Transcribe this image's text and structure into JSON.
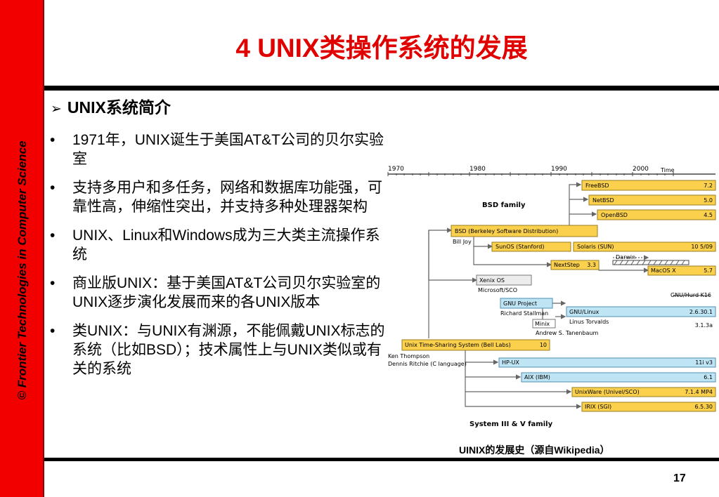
{
  "sidebar": {
    "text": "©  Frontier Technologies in Computer Science"
  },
  "title": "4 UNIX类操作系统的发展",
  "subtitle": "UNIX系统简介",
  "bullets": [
    "1971年，UNIX诞生于美国AT&T公司的贝尔实验室",
    "支持多用户和多任务，网络和数据库功能强，可靠性高，伸缩性突出，并支持多种处理器架构",
    "UNIX、Linux和Windows成为三大类主流操作系统",
    "商业版UNIX：基于美国AT&T公司贝尔实验室的UNIX逐步演化发展而来的各UNIX版本",
    "类UNIX：与UNIX有渊源，不能佩戴UNIX标志的系统（比如BSD）；技术属性上与UNIX类似或有关的系统"
  ],
  "diagram": {
    "timeline": {
      "years": [
        "1970",
        "1980",
        "1990",
        "2000"
      ],
      "label": "Time"
    },
    "group_labels": {
      "bsd": "BSD family",
      "sysv": "System III & V family"
    },
    "boxes": {
      "freebsd": {
        "name": "FreeBSD",
        "version": "7.2"
      },
      "netbsd": {
        "name": "NetBSD",
        "version": "5.0"
      },
      "openbsd": {
        "name": "OpenBSD",
        "version": "4.5"
      },
      "bsd": {
        "name": "BSD (Berkeley Software Distribution)"
      },
      "sunos": {
        "name": "SunOS (Stanford)"
      },
      "solaris": {
        "name": "Solaris (SUN)",
        "version": "10 5/09"
      },
      "nextstep": {
        "name": "NextStep",
        "version": "3.3"
      },
      "macos": {
        "name": "MacOS X",
        "version": "5.7"
      },
      "xenix": {
        "name": "Xenix OS"
      },
      "gnu": {
        "name": "GNU Project"
      },
      "gnulinux": {
        "name": "GNU/Linux",
        "version": "2.6.30.1"
      },
      "minix": {
        "name": "Minix",
        "version": "3.1.3a"
      },
      "unix": {
        "name": "Unix Time-Sharing System (Bell Labs)",
        "version": "10"
      },
      "hpux": {
        "name": "HP-UX",
        "version": "11i v3"
      },
      "aix": {
        "name": "AIX (IBM)",
        "version": "6.1"
      },
      "unixware": {
        "name": "UnixWare (Univel/SCO)",
        "version": "7.1.4 MP4"
      },
      "irix": {
        "name": "IRIX (SGI)",
        "version": "6.5.30"
      }
    },
    "notes": {
      "bill_joy": "Bill Joy",
      "darwin": "Darwin",
      "microsoft_sco": "Microsoft/SCO",
      "gnu_hurd": "GNU/Hurd K16",
      "stallman": "Richard Stallman",
      "torvalds": "Linus Torvalds",
      "tanenbaum": "Andrew S. Tanenbaum",
      "thompson": "Ken Thompson",
      "ritchie": "Dennis Ritchie (C language)"
    },
    "colors": {
      "yellow": "#fbd04c",
      "blue": "#bfe4f4",
      "gray": "#ececec",
      "line": "#666666"
    }
  },
  "caption": "UINIX的发展史（源自Wikipedia）",
  "page_number": "17"
}
